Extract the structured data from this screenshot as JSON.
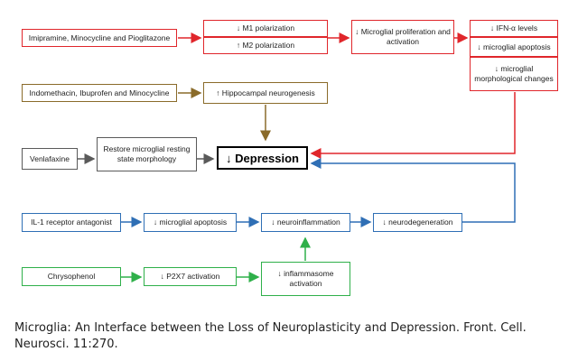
{
  "boxes": {
    "imipramine": "Imipramine, Minocycline and Pioglitazone",
    "m1": "↓ M1 polarization",
    "m2": "↑ M2 polarization",
    "microglial_prolif": "↓ Microglial proliferation and activation",
    "ifn": "↓ IFN-α levels",
    "apoptosis_red": "↓ microglial apoptosis",
    "morph": "↓ microglial morphological changes",
    "indomethacin": "Indomethacin, Ibuprofen and Minocycline",
    "neurogenesis": "↑ Hippocampal neurogenesis",
    "venlafaxine": "Venlafaxine",
    "restore": "Restore microglial resting state morphology",
    "depression": "↓ Depression",
    "il1": "IL-1 receptor antagonist",
    "apoptosis_blue": "↓ microglial apoptosis",
    "neuroinflammation": "↓ neuroinflammation",
    "neurodegeneration": "↓ neurodegeneration",
    "chrysophenol": "Chrysophenol",
    "p2x7": "↓ P2X7 activation",
    "inflammasome": "↓ inflammasome activation"
  },
  "colors": {
    "red": "#e0262b",
    "olive": "#8a6b2a",
    "grey": "#5a5a5a",
    "blue": "#2f6fb5",
    "green": "#2fb04a"
  },
  "caption": "Microglia: An Interface between the Loss of Neuroplasticity and Depression. Front. Cell. Neurosci. 11:270."
}
